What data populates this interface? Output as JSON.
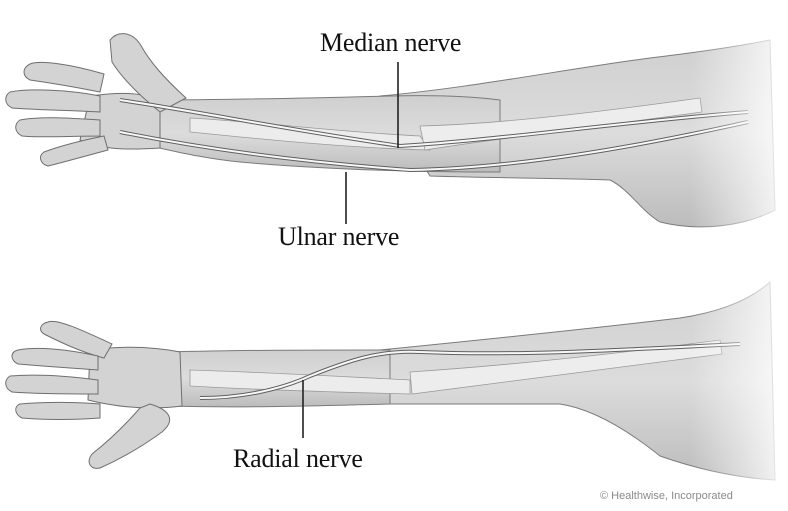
{
  "labels": {
    "median": "Median nerve",
    "ulnar": "Ulnar nerve",
    "radial": "Radial nerve"
  },
  "credit": "© Healthwise, Incorporated",
  "colors": {
    "skin": "#d6d6d6",
    "skin_shadow": "#bdbdbd",
    "bone": "#efefef",
    "nerve": "#f7f7f7",
    "outline": "#6f6f6f",
    "leader": "#222222"
  }
}
